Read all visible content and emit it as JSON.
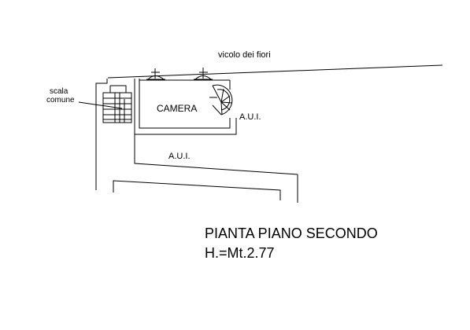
{
  "plan": {
    "street_label": "vicolo dei fiori",
    "stair_label_line1": "scala",
    "stair_label_line2": "comune",
    "room_label": "CAMERA",
    "aui_right_label": "A.U.I.",
    "aui_center_label": "A.U.I.",
    "title_line1": "PIANTA PIANO SECONDO",
    "title_line2": "H.=Mt.2.77"
  },
  "colors": {
    "ink": "#000000",
    "paper": "#ffffff"
  }
}
